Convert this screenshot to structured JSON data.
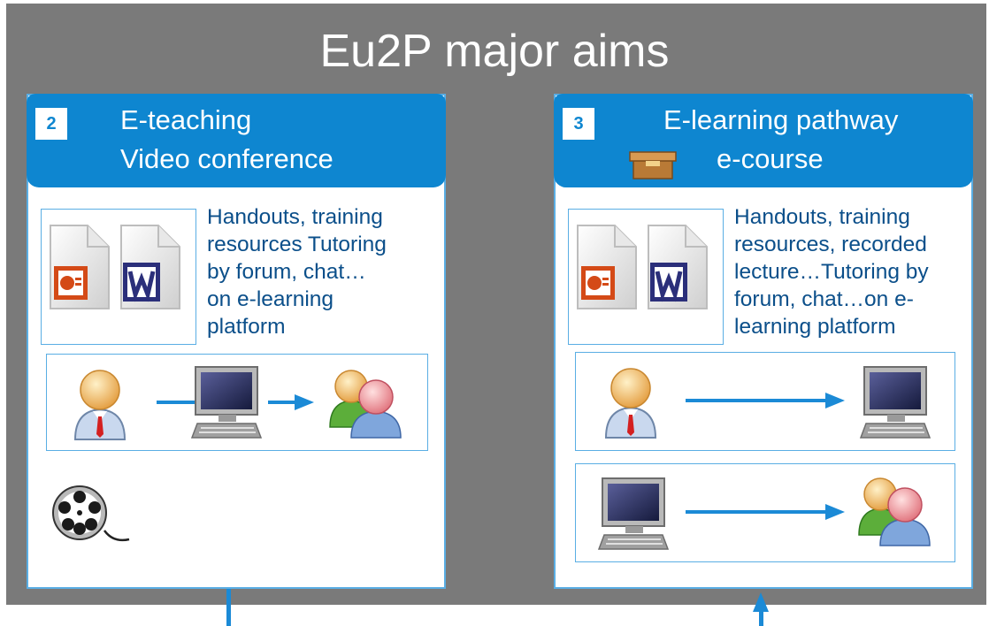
{
  "title": "Eu2P major aims",
  "panels": [
    {
      "number": "2",
      "heading_line1": "E-teaching",
      "heading_line2": "Video conference",
      "description": [
        "Handouts, training",
        "resources Tutoring",
        "by forum, chat…",
        "on e-learning",
        "platform"
      ],
      "icons": [
        "powerpoint-doc-icon",
        "word-doc-icon",
        "teacher-icon",
        "computer-icon",
        "students-icon",
        "film-reel-icon"
      ]
    },
    {
      "number": "3",
      "heading_line1": "E-learning pathway",
      "heading_line2": "e-course",
      "description": [
        "Handouts, training",
        "resources, recorded",
        "lecture…Tutoring by",
        "forum, chat…on e-",
        "learning platform"
      ],
      "icons": [
        "package-icon",
        "powerpoint-doc-icon",
        "word-doc-icon",
        "teacher-icon",
        "computer-icon",
        "students-icon"
      ]
    }
  ],
  "colors": {
    "background": "#7a7a7a",
    "header": "#0e86d0",
    "text": "#0b4f8a",
    "arrow": "#1b8ad6"
  }
}
